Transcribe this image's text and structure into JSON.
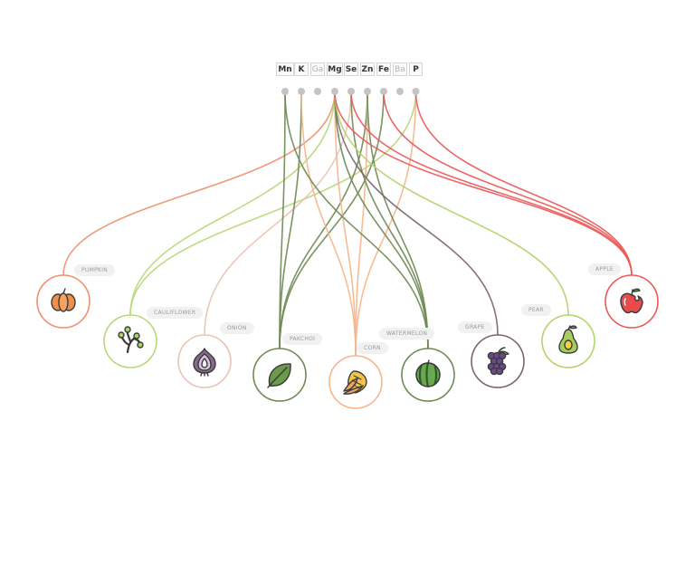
{
  "minerals": [
    {
      "label": "Mn",
      "active": true
    },
    {
      "label": "K",
      "active": true
    },
    {
      "label": "Ga",
      "active": false
    },
    {
      "label": "Mg",
      "active": true
    },
    {
      "label": "Se",
      "active": true
    },
    {
      "label": "Zn",
      "active": true
    },
    {
      "label": "Fe",
      "active": true
    },
    {
      "label": "Ba",
      "active": false
    },
    {
      "label": "P",
      "active": true
    }
  ],
  "foods": [
    {
      "label": "PUMPKIN",
      "icon": "pumpkin-icon",
      "color": "#f0906f"
    },
    {
      "label": "CAULIFLOWER",
      "icon": "broccoli-icon",
      "color": "#b8d87a"
    },
    {
      "label": "ONION",
      "icon": "onion-icon",
      "color": "#e9c4b2"
    },
    {
      "label": "PAKCHOI",
      "icon": "leaf-icon",
      "color": "#6f8a55"
    },
    {
      "label": "CORN",
      "icon": "corn-icon",
      "color": "#f4b68c"
    },
    {
      "label": "WATERMELON",
      "icon": "watermelon-icon",
      "color": "#6f8a55"
    },
    {
      "label": "GRAPE",
      "icon": "grape-icon",
      "color": "#7a6470"
    },
    {
      "label": "PEAR",
      "icon": "pear-icon",
      "color": "#b3d46a"
    },
    {
      "label": "APPLE",
      "icon": "apple-icon",
      "color": "#ea5a5a"
    }
  ],
  "links": [
    {
      "from": "Mg",
      "to": "PUMPKIN",
      "color": "#f0906f"
    },
    {
      "from": "Mg",
      "to": "CAULIFLOWER",
      "color": "#b8d87a"
    },
    {
      "from": "P",
      "to": "CAULIFLOWER",
      "color": "#b8d87a"
    },
    {
      "from": "Se",
      "to": "ONION",
      "color": "#e9c4b2"
    },
    {
      "from": "Mn",
      "to": "PAKCHOI",
      "color": "#6f8a55"
    },
    {
      "from": "K",
      "to": "PAKCHOI",
      "color": "#6f8a55"
    },
    {
      "from": "Zn",
      "to": "PAKCHOI",
      "color": "#6f8a55"
    },
    {
      "from": "Fe",
      "to": "PAKCHOI",
      "color": "#6f8a55"
    },
    {
      "from": "K",
      "to": "CORN",
      "color": "#f4b68c"
    },
    {
      "from": "Mg",
      "to": "CORN",
      "color": "#f4b68c"
    },
    {
      "from": "Zn",
      "to": "CORN",
      "color": "#f4b68c"
    },
    {
      "from": "P",
      "to": "CORN",
      "color": "#f4b68c"
    },
    {
      "from": "Mn",
      "to": "WATERMELON",
      "color": "#6f8a55"
    },
    {
      "from": "Mg",
      "to": "WATERMELON",
      "color": "#6f8a55"
    },
    {
      "from": "Se",
      "to": "WATERMELON",
      "color": "#6f8a55"
    },
    {
      "from": "Zn",
      "to": "WATERMELON",
      "color": "#6f8a55"
    },
    {
      "from": "Mg",
      "to": "GRAPE",
      "color": "#7a6470"
    },
    {
      "from": "Mg",
      "to": "PEAR",
      "color": "#b3d46a"
    },
    {
      "from": "Mg",
      "to": "APPLE",
      "color": "#ea5a5a"
    },
    {
      "from": "Se",
      "to": "APPLE",
      "color": "#ea5a5a"
    },
    {
      "from": "Fe",
      "to": "APPLE",
      "color": "#ea5a5a"
    },
    {
      "from": "P",
      "to": "APPLE",
      "color": "#ea5a5a"
    }
  ]
}
